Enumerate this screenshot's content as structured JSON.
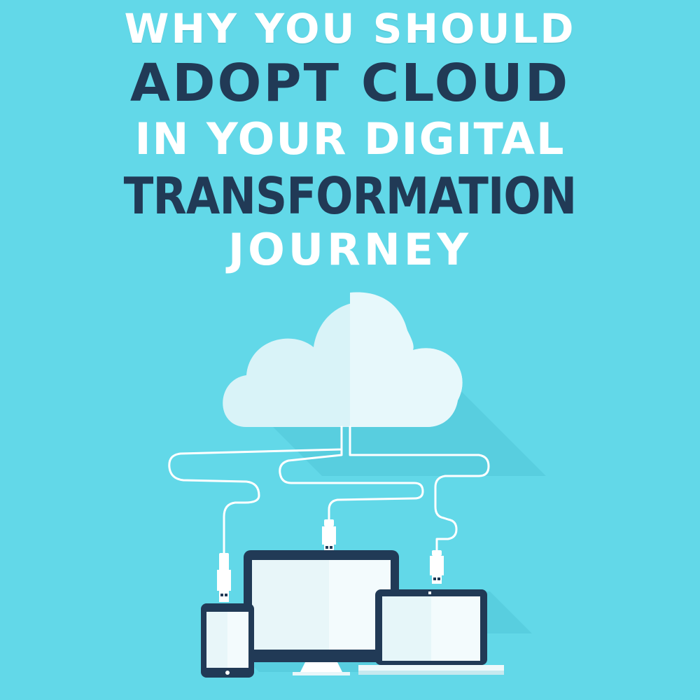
{
  "headline": {
    "line1": "WHY YOU SHOULD",
    "line2": "ADOPT CLOUD",
    "line3": "IN YOUR DIGITAL",
    "line4": "TRANSFORMATION",
    "line5": "JOURNEY"
  },
  "colors": {
    "background": "#62d8e8",
    "navy": "#213a56",
    "white": "#ffffff",
    "cloud": "#d8f4f9",
    "screen": "#e8f7fa",
    "shadow": "#4fc6d7"
  },
  "icons": [
    "cloud-icon",
    "usb-plug-icon",
    "tablet-icon",
    "desktop-monitor-icon",
    "laptop-icon"
  ]
}
